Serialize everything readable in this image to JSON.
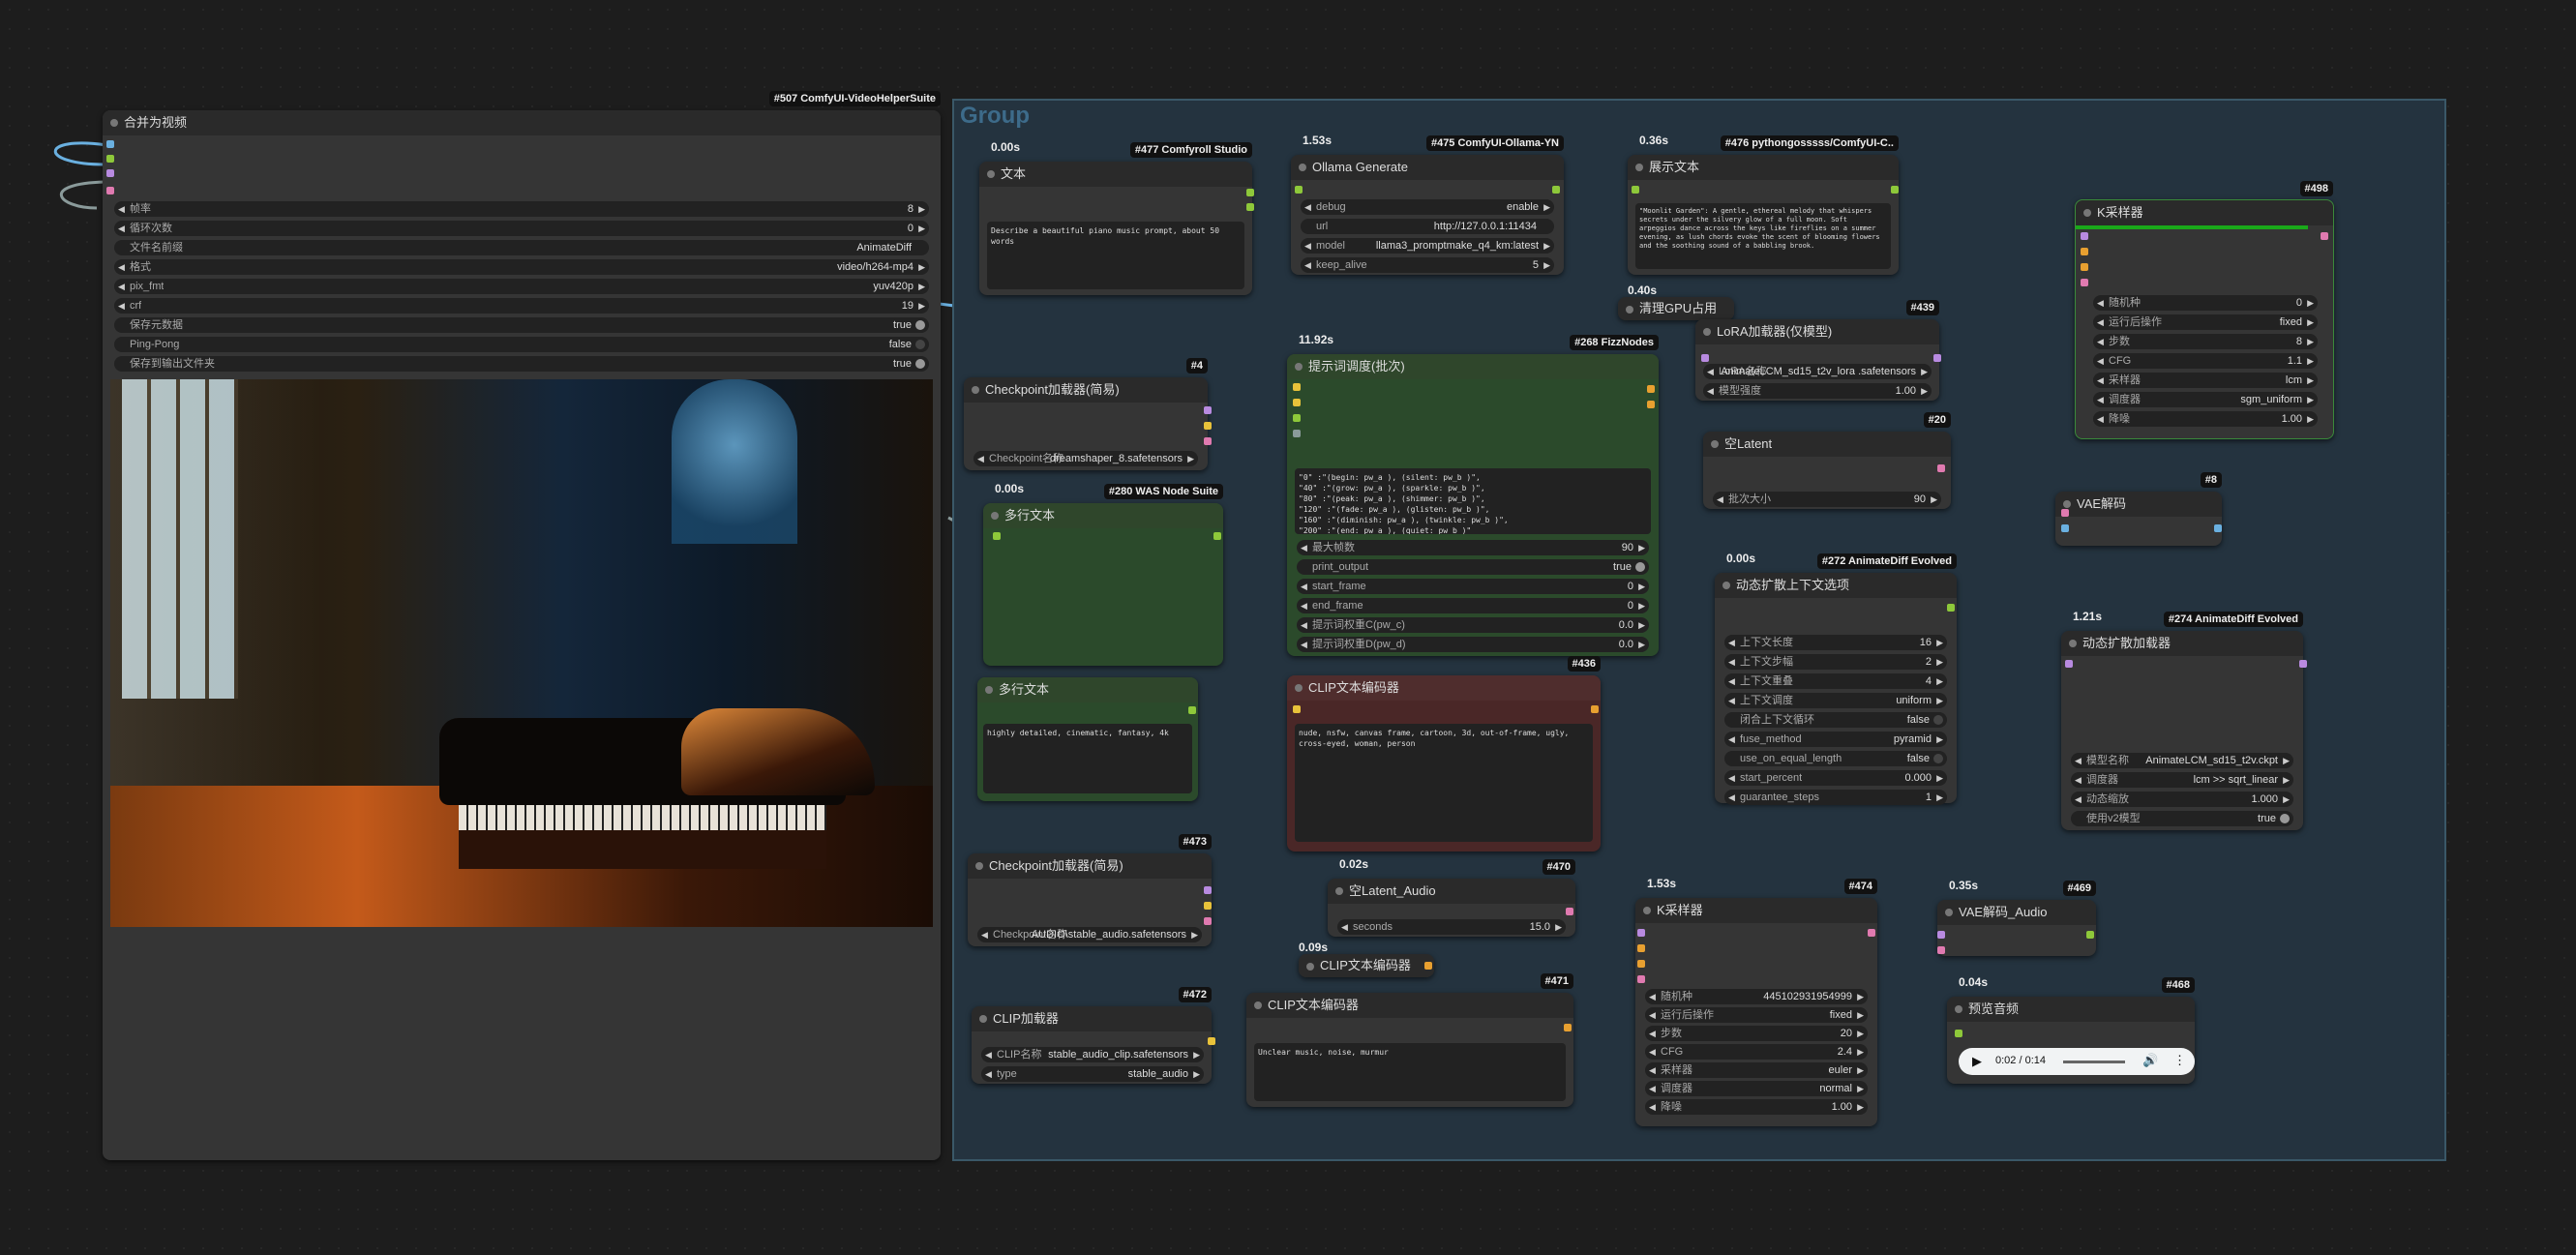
{
  "group": {
    "title": "Group"
  },
  "nodes": {
    "n507": {
      "badge": "#507 ComfyUI-VideoHelperSuite",
      "title": "合并为视频",
      "widgets": [
        {
          "l": "帧率",
          "v": "8"
        },
        {
          "l": "循环次数",
          "v": "0"
        },
        {
          "l": "文件名前缀",
          "v": "AnimateDiff"
        },
        {
          "l": "格式",
          "v": "video/h264-mp4"
        },
        {
          "l": "pix_fmt",
          "v": "yuv420p"
        },
        {
          "l": "crf",
          "v": "19"
        },
        {
          "l": "保存元数据",
          "v": "true"
        },
        {
          "l": "Ping-Pong",
          "v": "false"
        },
        {
          "l": "保存到输出文件夹",
          "v": "true"
        }
      ]
    },
    "n477": {
      "timing": "0.00s",
      "badge": "#477 Comfyroll Studio",
      "title": "文本",
      "text": "Describe a beautiful piano music prompt, about 50 words"
    },
    "n475": {
      "timing": "1.53s",
      "badge": "#475 ComfyUI-Ollama-YN",
      "title": "Ollama Generate",
      "widgets": [
        {
          "l": "debug",
          "v": "enable"
        },
        {
          "l": "url",
          "v": "http://127.0.0.1:11434"
        },
        {
          "l": "model",
          "v": "llama3_promptmake_q4_km:latest"
        },
        {
          "l": "keep_alive",
          "v": "5"
        }
      ]
    },
    "n476": {
      "timing": "0.36s",
      "badge": "#476 pythongosssss/ComfyUI-C..",
      "title": "展示文本",
      "text": "\"Moonlit Garden\": A gentle, ethereal melody that whispers secrets under the silvery glow of a full moon. Soft arpeggios dance across the keys like fireflies on a summer evening, as lush chords evoke the scent of blooming flowers and the soothing sound of a babbling brook."
    },
    "n498": {
      "badge": "#498",
      "title": "K采样器",
      "widgets": [
        {
          "l": "随机种",
          "v": "0"
        },
        {
          "l": "运行后操作",
          "v": "fixed"
        },
        {
          "l": "步数",
          "v": "8"
        },
        {
          "l": "CFG",
          "v": "1.1"
        },
        {
          "l": "采样器",
          "v": "lcm"
        },
        {
          "l": "调度器",
          "v": "sgm_uniform"
        },
        {
          "l": "降噪",
          "v": "1.00"
        }
      ]
    },
    "clear": {
      "timing": "0.40s",
      "title": "清理GPU占用"
    },
    "n439": {
      "badge": "#439",
      "title": "LoRA加载器(仅模型)",
      "widgets": [
        {
          "l": "LoRA名称",
          "v": "AnimateLCM_sd15_t2v_lora .safetensors"
        },
        {
          "l": "模型强度",
          "v": "1.00"
        }
      ]
    },
    "n4": {
      "badge": "#4",
      "title": "Checkpoint加载器(简易)",
      "widgets": [
        {
          "l": "Checkpoint名称",
          "v": "dreamshaper_8.safetensors"
        }
      ]
    },
    "n268": {
      "timing": "11.92s",
      "badge": "#268 FizzNodes",
      "title": "提示词调度(批次)",
      "text": "\"0\" :\"(begin: pw_a ), (silent: pw_b )\",\n\"40\" :\"(grow: pw_a ), (sparkle: pw_b )\",\n\"80\" :\"(peak: pw_a ), (shimmer: pw_b )\",\n\"120\" :\"(fade: pw_a ), (glisten: pw_b )\",\n\"160\" :\"(diminish: pw_a ), (twinkle: pw_b )\",\n\"200\" :\"(end: pw_a ), (quiet: pw_b )\"",
      "widgets": [
        {
          "l": "最大帧数",
          "v": "90"
        },
        {
          "l": "print_output",
          "v": "true"
        },
        {
          "l": "start_frame",
          "v": "0"
        },
        {
          "l": "end_frame",
          "v": "0"
        },
        {
          "l": "提示词权重C(pw_c)",
          "v": "0.0"
        },
        {
          "l": "提示词权重D(pw_d)",
          "v": "0.0"
        }
      ]
    },
    "n20": {
      "badge": "#20",
      "title": "空Latent",
      "widgets": [
        {
          "l": "批次大小",
          "v": "90"
        }
      ]
    },
    "n8": {
      "badge": "#8",
      "title": "VAE解码"
    },
    "n280": {
      "timing": "0.00s",
      "badge": "#280 WAS Node Suite",
      "title": "多行文本"
    },
    "n272": {
      "timing": "0.00s",
      "badge": "#272 AnimateDiff Evolved",
      "title": "动态扩散上下文选项",
      "widgets": [
        {
          "l": "上下文长度",
          "v": "16"
        },
        {
          "l": "上下文步幅",
          "v": "2"
        },
        {
          "l": "上下文重叠",
          "v": "4"
        },
        {
          "l": "上下文调度",
          "v": "uniform"
        },
        {
          "l": "闭合上下文循环",
          "v": "false"
        },
        {
          "l": "fuse_method",
          "v": "pyramid"
        },
        {
          "l": "use_on_equal_length",
          "v": "false"
        },
        {
          "l": "start_percent",
          "v": "0.000"
        },
        {
          "l": "guarantee_steps",
          "v": "1"
        }
      ]
    },
    "n274": {
      "timing": "1.21s",
      "badge": "#274 AnimateDiff Evolved",
      "title": "动态扩散加载器",
      "widgets": [
        {
          "l": "模型名称",
          "v": "AnimateLCM_sd15_t2v.ckpt"
        },
        {
          "l": "调度器",
          "v": "lcm >> sqrt_linear"
        },
        {
          "l": "动态缩放",
          "v": "1.000"
        },
        {
          "l": "使用v2模型",
          "v": "true"
        }
      ]
    },
    "mtext2": {
      "title": "多行文本",
      "text": "highly detailed, cinematic, fantasy, 4k"
    },
    "n436": {
      "badge": "#436",
      "title": "CLIP文本编码器",
      "text": "nude, nsfw, canvas frame, cartoon, 3d, out-of-frame, ugly, cross-eyed, woman, person"
    },
    "n473": {
      "badge": "#473",
      "title": "Checkpoint加载器(简易)",
      "widgets": [
        {
          "l": "Checkpoint名称",
          "v": "AUDIO\\stable_audio.safetensors"
        }
      ]
    },
    "n470": {
      "timing": "0.02s",
      "badge": "#470",
      "title": "空Latent_Audio",
      "widgets": [
        {
          "l": "seconds",
          "v": "15.0"
        }
      ]
    },
    "clip2": {
      "timing": "0.09s",
      "title": "CLIP文本编码器"
    },
    "n474": {
      "timing": "1.53s",
      "badge": "#474",
      "title": "K采样器",
      "widgets": [
        {
          "l": "随机种",
          "v": "445102931954999"
        },
        {
          "l": "运行后操作",
          "v": "fixed"
        },
        {
          "l": "步数",
          "v": "20"
        },
        {
          "l": "CFG",
          "v": "2.4"
        },
        {
          "l": "采样器",
          "v": "euler"
        },
        {
          "l": "调度器",
          "v": "normal"
        },
        {
          "l": "降噪",
          "v": "1.00"
        }
      ]
    },
    "n469": {
      "timing": "0.35s",
      "badge": "#469",
      "title": "VAE解码_Audio"
    },
    "n472": {
      "badge": "#472",
      "title": "CLIP加载器",
      "widgets": [
        {
          "l": "CLIP名称",
          "v": "stable_audio_clip.safetensors"
        },
        {
          "l": "type",
          "v": "stable_audio"
        }
      ]
    },
    "n471": {
      "badge": "#471",
      "title": "CLIP文本编码器",
      "text": "Unclear music, noise, murmur"
    },
    "n468": {
      "timing": "0.04s",
      "badge": "#468",
      "title": "预览音频",
      "time": "0:02 / 0:14"
    }
  },
  "colors": {
    "link_blue": "#6ab0e0",
    "link_yellow": "#e8c23a",
    "link_purple": "#b88ae0",
    "link_pink": "#e07ab0",
    "link_orange": "#e8a030",
    "link_green": "#8ec83a",
    "link_gray": "#8a9a9a"
  }
}
